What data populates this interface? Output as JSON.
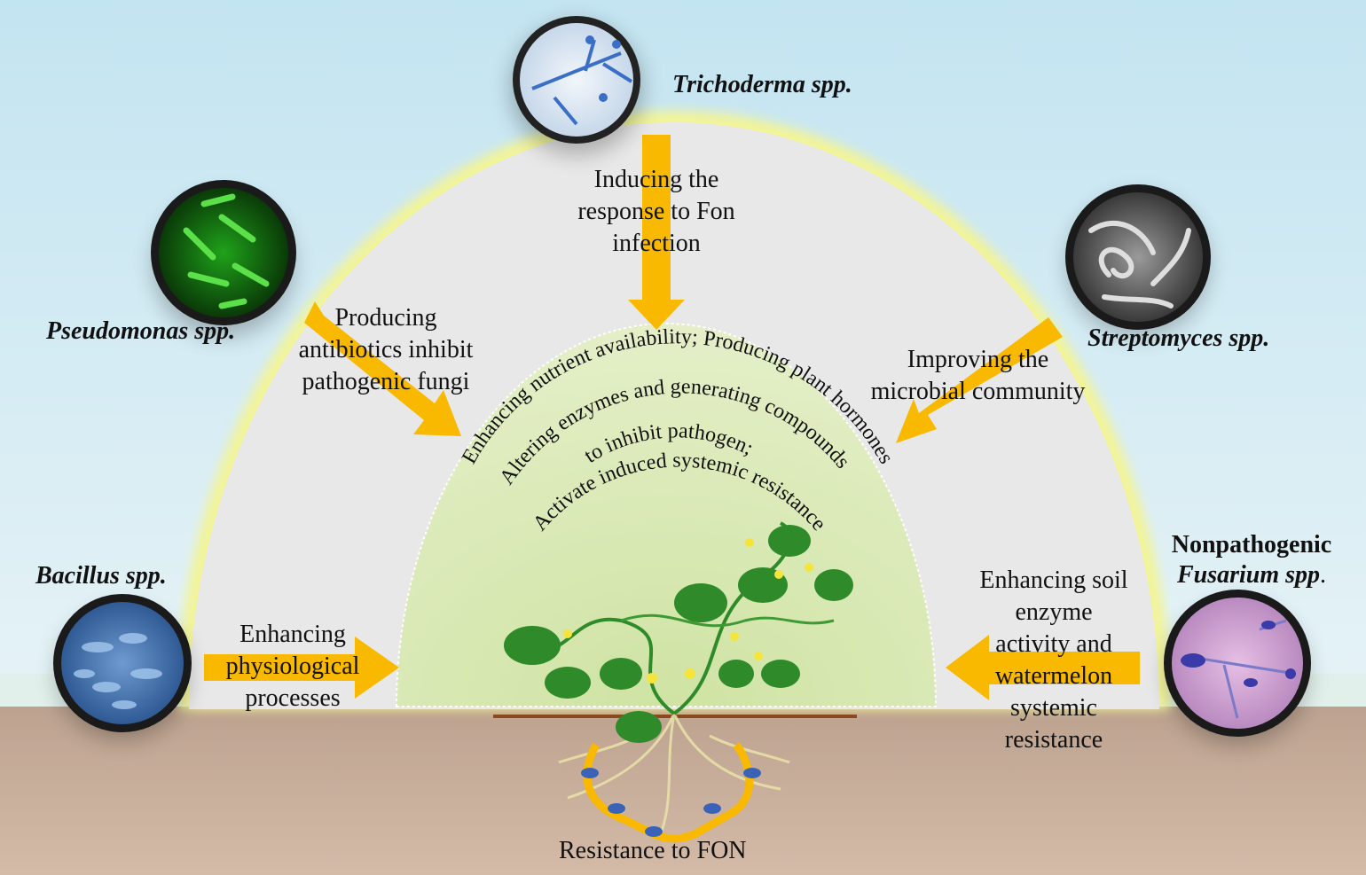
{
  "organisms": {
    "trichoderma": "Trichoderma spp.",
    "pseudomonas": "Pseudomonas spp.",
    "streptomyces": "Streptomyces spp.",
    "bacillus": "Bacillus spp.",
    "fusarium_line1": "Nonpathogenic",
    "fusarium_line2": "Fusarium spp",
    "fusarium_dot": "."
  },
  "mechanisms": {
    "trichoderma": [
      "Inducing the",
      "response to Fon",
      "infection"
    ],
    "pseudomonas": [
      "Producing",
      "antibiotics inhibit",
      "pathogenic fungi"
    ],
    "streptomyces": [
      "Improving the",
      "microbial community"
    ],
    "bacillus": [
      "Enhancing",
      "physiological",
      "processes"
    ],
    "fusarium": [
      "Enhancing soil",
      "enzyme",
      "activity and",
      "watermelon",
      "systemic",
      "resistance"
    ]
  },
  "inner_arc": {
    "line1": "Enhancing nutrient availability; Producing plant hormones",
    "line2": "Altering enzymes and  generating compounds",
    "line3": "to inhibit pathogen;",
    "line4": "Activate induced systemic resistance"
  },
  "result": "Resistance to FON",
  "colors": {
    "sky": "#cfe8f2",
    "soil": "#c9ad98",
    "outer_dome": "#e7e8e8",
    "dome_glow": "#f3f59a",
    "inner_dome": "#dbe9b6",
    "arrow": "#f8b900"
  },
  "icons": [
    "trichoderma-micrograph-icon",
    "pseudomonas-micrograph-icon",
    "streptomyces-micrograph-icon",
    "bacillus-micrograph-icon",
    "fusarium-micrograph-icon",
    "watermelon-plant-icon"
  ]
}
